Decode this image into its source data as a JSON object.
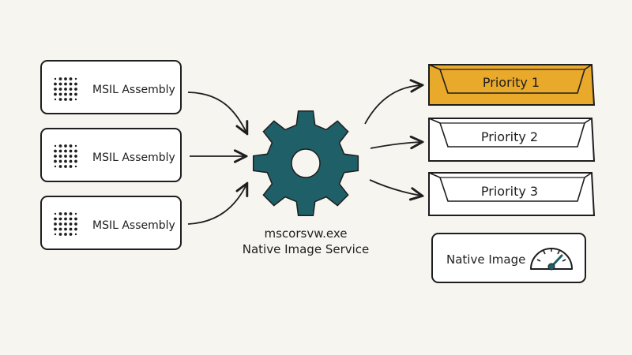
{
  "inputs": [
    {
      "label": "MSIL Assembly",
      "icon": "dot-grid-icon"
    },
    {
      "label": "MSIL Assembly",
      "icon": "dot-grid-icon"
    },
    {
      "label": "MSIL Assembly",
      "icon": "dot-grid-icon"
    }
  ],
  "service": {
    "icon": "gear-icon",
    "line1": "mscorsvw.exe",
    "line2": "Native Image Service"
  },
  "queues": [
    {
      "label": "Priority 1"
    },
    {
      "label": "Priority 2"
    },
    {
      "label": "Priority 3"
    }
  ],
  "output": {
    "label": "Native Image",
    "icon": "speedometer-icon"
  },
  "colors": {
    "background": "#f7f5f0",
    "gear": "#1f5f68",
    "priority_highlight": "#e9a92b",
    "stroke": "#1e1e1e"
  }
}
